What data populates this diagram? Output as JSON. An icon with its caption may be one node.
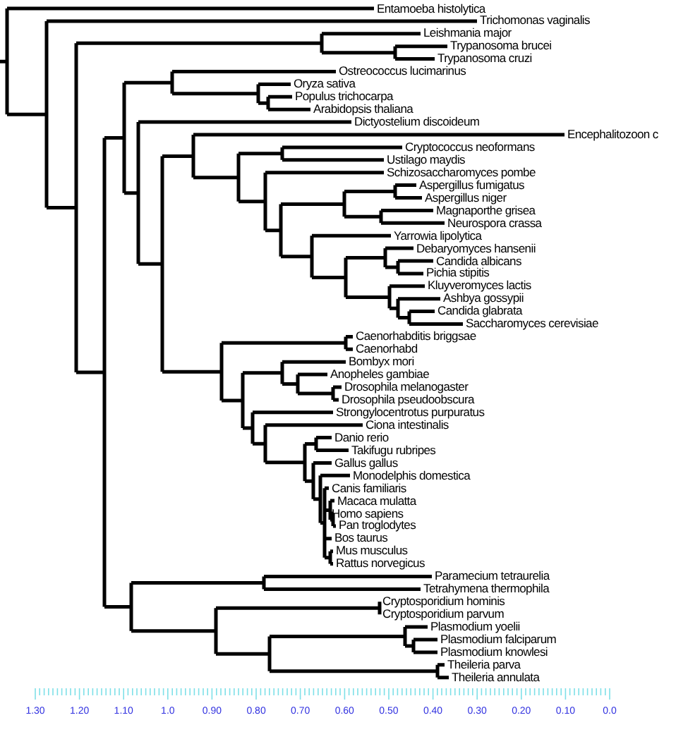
{
  "diagram": {
    "labels": [
      "Entamoeba histolytica",
      "Trichomonas vaginalis",
      "Leishmania major",
      "Trypanosoma brucei",
      "Trypanosoma cruzi",
      "Ostreococcus lucimarinus",
      "Oryza sativa",
      "Populus trichocarpa",
      "Arabidopsis thaliana",
      "Dictyostelium discoideum",
      "Encephalitozoon c",
      "Cryptococcus neoformans",
      "Ustilago maydis",
      "Schizosaccharomyces pombe",
      "Aspergillus fumigatus",
      "Aspergillus niger",
      "Magnaporthe grisea",
      "Neurospora crassa",
      "Yarrowia lipolytica",
      "Debaryomyces hansenii",
      "Candida albicans",
      "Pichia stipitis",
      "Kluyveromyces lactis",
      "Ashbya gossypii",
      "Candida glabrata",
      "Saccharomyces cerevisiae",
      "Caenorhabditis briggsae",
      "Caenorhabd",
      "Bombyx mori",
      "Anopheles gambiae",
      "Drosophila melanogaster",
      "Drosophila pseudoobscura",
      "Strongylocentrotus purpuratus",
      "Ciona intestinalis",
      "Danio rerio",
      "Takifugu rubripes",
      "Gallus gallus",
      "Monodelphis domestica",
      "Canis familiaris",
      "Macaca mulatta",
      "Homo sapiens",
      "Pan troglodytes",
      "Bos taurus",
      "Mus musculus",
      "Rattus norvegicus",
      "Paramecium tetraurelia",
      "Tetrahymena thermophila",
      "Cryptosporidium hominis",
      "Cryptosporidium parvum",
      "Plasmodium yoelii",
      "Plasmodium falciparum",
      "Plasmodium knowlesi",
      "Theileria parva",
      "Theileria annulata",
      "1.30",
      "1.20",
      "1.10",
      "1.0",
      "0.90",
      "0.80",
      "0.70",
      "0.60",
      "0.50",
      "0.40",
      "0.30",
      "0.20",
      "0.10",
      "0.0"
    ]
  }
}
